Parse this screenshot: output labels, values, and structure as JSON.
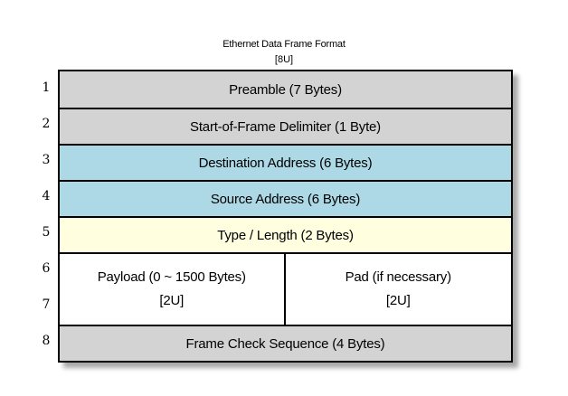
{
  "title": {
    "line1": "Ethernet Data Frame Format",
    "line2": "[8U]"
  },
  "row_numbers": [
    "1",
    "2",
    "3",
    "4",
    "5",
    "6",
    "7",
    "8"
  ],
  "rows": [
    {
      "label": "Preamble (7 Bytes)",
      "color": "#d3d3d3"
    },
    {
      "label": "Start-of-Frame Delimiter (1 Byte)",
      "color": "#d3d3d3"
    },
    {
      "label": "Destination Address (6 Bytes)",
      "color": "#add8e6"
    },
    {
      "label": "Source Address (6 Bytes)",
      "color": "#add8e6"
    },
    {
      "label": "Type / Length (2 Bytes)",
      "color": "#ffffe0"
    },
    {
      "label": "Frame Check Sequence (4 Bytes)",
      "color": "#d3d3d3"
    }
  ],
  "payload_row": {
    "color": "#ffffff",
    "left": {
      "line1": "Payload (0 ~ 1500 Bytes)",
      "line2": "[2U]"
    },
    "right": {
      "line1": "Pad (if necessary)",
      "line2": "[2U]"
    }
  },
  "colors": {
    "header_gray": "#d3d3d3",
    "address_blue": "#add8e6",
    "type_yellow": "#ffffe0",
    "payload_white": "#ffffff",
    "border": "#000000",
    "background": "#ffffff"
  }
}
